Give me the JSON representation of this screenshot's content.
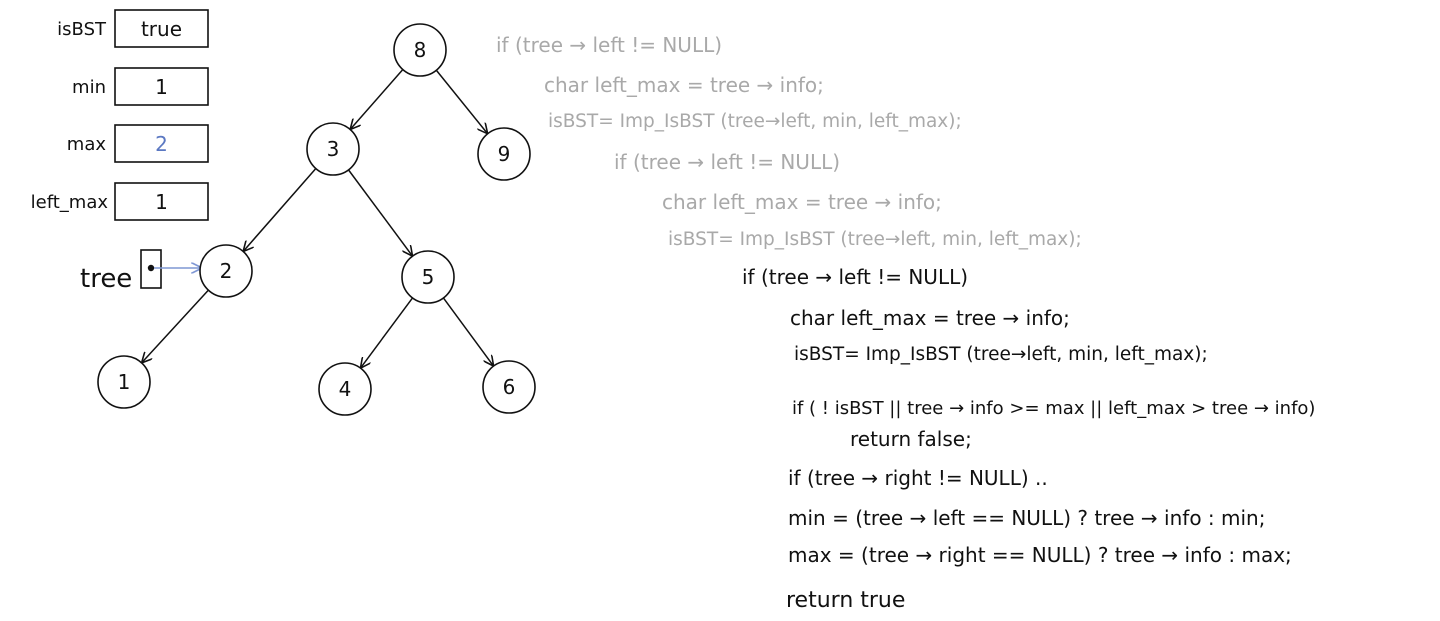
{
  "colors": {
    "ink": "#111111",
    "faded": "#a9a9a9",
    "blue_value": "#5b78c2",
    "pointer": "#7f97d4"
  },
  "variables": [
    {
      "label": "isBST",
      "value": "true"
    },
    {
      "label": "min",
      "value": "1"
    },
    {
      "label": "max",
      "value": "2",
      "highlight": true
    },
    {
      "label": "left_max",
      "value": "1"
    }
  ],
  "pointer": {
    "label": "tree",
    "target": "2"
  },
  "tree": {
    "nodes": [
      {
        "id": "8"
      },
      {
        "id": "3"
      },
      {
        "id": "9"
      },
      {
        "id": "2"
      },
      {
        "id": "5"
      },
      {
        "id": "1"
      },
      {
        "id": "4"
      },
      {
        "id": "6"
      }
    ],
    "edges": [
      [
        "8",
        "3"
      ],
      [
        "8",
        "9"
      ],
      [
        "3",
        "2"
      ],
      [
        "3",
        "5"
      ],
      [
        "2",
        "1"
      ],
      [
        "5",
        "4"
      ],
      [
        "5",
        "6"
      ]
    ]
  },
  "code_lines": [
    {
      "text": "if (tree → left  != NULL)",
      "faded": true
    },
    {
      "text": "char  left_max = tree → info;",
      "faded": true
    },
    {
      "text": "isBST= Imp_IsBST (tree→left, min, left_max);",
      "faded": true
    },
    {
      "text": "if (tree → left  != NULL)",
      "faded": true
    },
    {
      "text": "char  left_max = tree → info;",
      "faded": true
    },
    {
      "text": "isBST= Imp_IsBST (tree→left, min, left_max);",
      "faded": true
    },
    {
      "text": "if (tree → left  != NULL)",
      "faded": false
    },
    {
      "text": "char  left_max = tree → info;",
      "faded": false
    },
    {
      "text": "isBST= Imp_IsBST (tree→left, min, left_max);",
      "faded": false
    },
    {
      "text": "if ( ! isBST || tree → info >= max || left_max > tree → info)",
      "faded": false
    },
    {
      "text": "return false;",
      "faded": false
    },
    {
      "text": "if (tree → right != NULL) ..",
      "faded": false
    },
    {
      "text": "min = (tree → left == NULL) ?  tree → info : min;",
      "faded": false
    },
    {
      "text": "max = (tree → right == NULL) ?  tree → info : max;",
      "faded": false
    },
    {
      "text": "return true",
      "faded": false
    }
  ]
}
